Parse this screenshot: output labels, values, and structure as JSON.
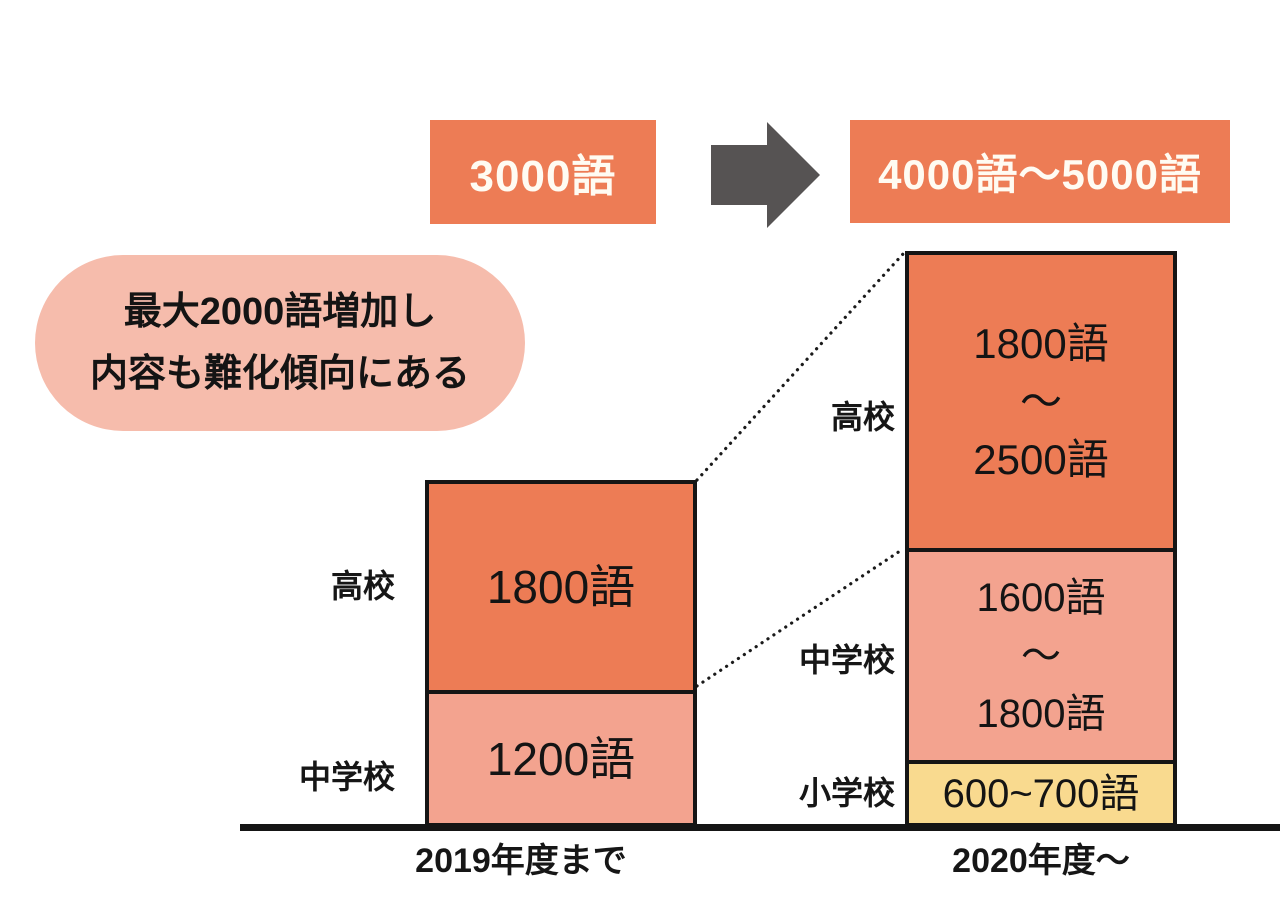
{
  "top_flow": {
    "before_label": "3000語",
    "after_label": "4000語〜5000語",
    "arrow_icon": "right-arrow",
    "arrow_color": "#565353"
  },
  "callout": {
    "line1": "最大2000語増加し",
    "line2": "内容も難化傾向にある"
  },
  "bars": {
    "left": {
      "axis_label": "2019年度まで",
      "segments": [
        {
          "school": "高校",
          "lines": [
            "1800語"
          ]
        },
        {
          "school": "中学校",
          "lines": [
            "1200語"
          ]
        }
      ]
    },
    "right": {
      "axis_label": "2020年度〜",
      "segments": [
        {
          "school": "高校",
          "lines": [
            "1800語",
            "〜",
            "2500語"
          ]
        },
        {
          "school": "中学校",
          "lines": [
            "1600語",
            "〜",
            "1800語"
          ]
        },
        {
          "school": "小学校",
          "lines": [
            "600~700語"
          ]
        }
      ]
    }
  },
  "colors": {
    "orange": "#ED7C55",
    "pink": "#F3A38F",
    "bubble_pink": "#F6BCAC",
    "yellow": "#F9DA8F",
    "arrow_gray": "#565353",
    "ink": "#151515",
    "text_on_orange": "#FFFBF2",
    "background": "#FFFFFF"
  },
  "chart_data": {
    "type": "bar",
    "stacked": true,
    "title": "",
    "categories": [
      "2019年度まで",
      "2020年度〜"
    ],
    "series": [
      {
        "name": "高校",
        "values": [
          1800,
          2150
        ],
        "ranges": [
          [
            1800,
            1800
          ],
          [
            1800,
            2500
          ]
        ],
        "value_labels": [
          "1800語",
          "1800語〜2500語"
        ],
        "color": "#ED7C55"
      },
      {
        "name": "中学校",
        "values": [
          1200,
          1700
        ],
        "ranges": [
          [
            1200,
            1200
          ],
          [
            1600,
            1800
          ]
        ],
        "value_labels": [
          "1200語",
          "1600語〜1800語"
        ],
        "color": "#F3A38F"
      },
      {
        "name": "小学校",
        "values": [
          0,
          650
        ],
        "ranges": [
          null,
          [
            600,
            700
          ]
        ],
        "value_labels": [
          "",
          "600~700語"
        ],
        "color": "#F9DA8F"
      }
    ],
    "totals": [
      "3000語",
      "4000語〜5000語"
    ],
    "annotation": "最大2000語増加し内容も難化傾向にある",
    "unit": "語",
    "legend_position": "none",
    "grid": false,
    "connector_lines": "dotted, linking 2019 segment tops to 2020 segment tops"
  }
}
